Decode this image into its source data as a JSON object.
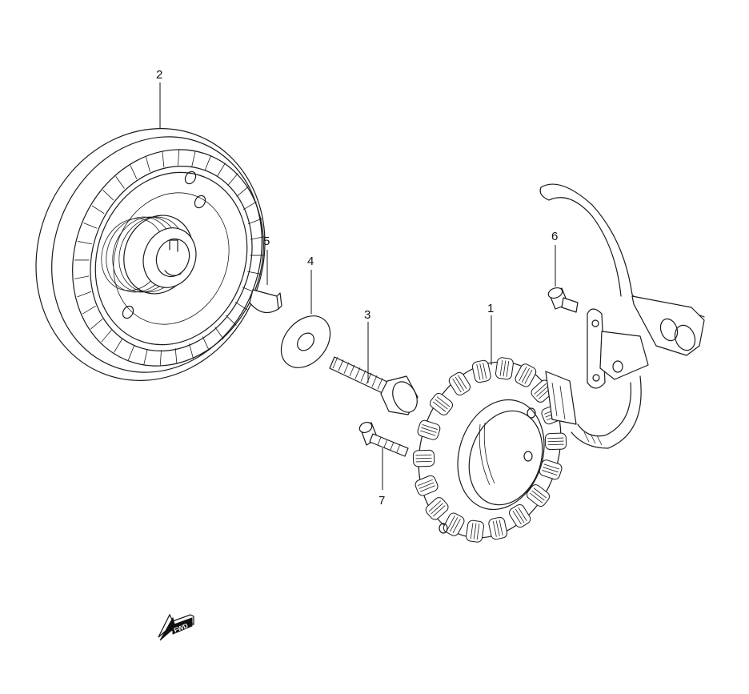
{
  "callouts": {
    "p1": "1",
    "p2": "2",
    "p3": "3",
    "p4": "4",
    "p5": "5",
    "p6": "6",
    "p7": "7"
  },
  "fwd_label": "FWD"
}
